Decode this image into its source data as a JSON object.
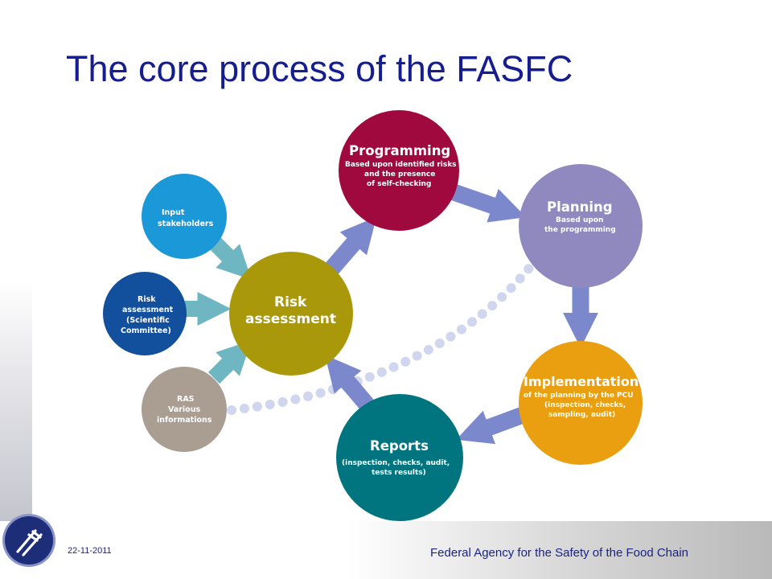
{
  "slide": {
    "title": "The core process of the FASFC",
    "date": "22-11-2011",
    "agency": "Federal Agency for the Safety of the Food Chain"
  },
  "diagram": {
    "risk_assessment": {
      "line1": "Risk",
      "line2": "assessment",
      "color": "#a9990a"
    },
    "programming": {
      "title": "Programming",
      "line1": "Based upon identified risks",
      "line2": "and the presence",
      "line3": "of self-checking",
      "color": "#a0093d"
    },
    "planning": {
      "title": "Planning",
      "line1": "Based upon",
      "line2": "the programming",
      "color": "#9089c0"
    },
    "implementation": {
      "title": "Implementation",
      "line1": "of the planning by the PCU",
      "line2": "(inspection, checks,",
      "line3": "sampling, audit)",
      "color": "#e99f10"
    },
    "reports": {
      "title": "Reports",
      "line1": "(inspection, checks, audit,",
      "line2": "tests results)",
      "color": "#007580"
    },
    "input_stakeholders": {
      "line1": "Input",
      "line2": "stakeholders",
      "color": "#1b98d8"
    },
    "risk_assessment_committee": {
      "line1": "Risk",
      "line2": "assessment",
      "line3": "(Scientific",
      "line4": "Committee)",
      "color": "#124f9c"
    },
    "ras": {
      "line1": "RAS",
      "line2": "Various",
      "line3": "informations",
      "color": "#aa9e93"
    },
    "arrow_color": "#7c88cc",
    "input_arrow_color": "#6fb6c3",
    "dotted_color": "#d0d6ee"
  }
}
